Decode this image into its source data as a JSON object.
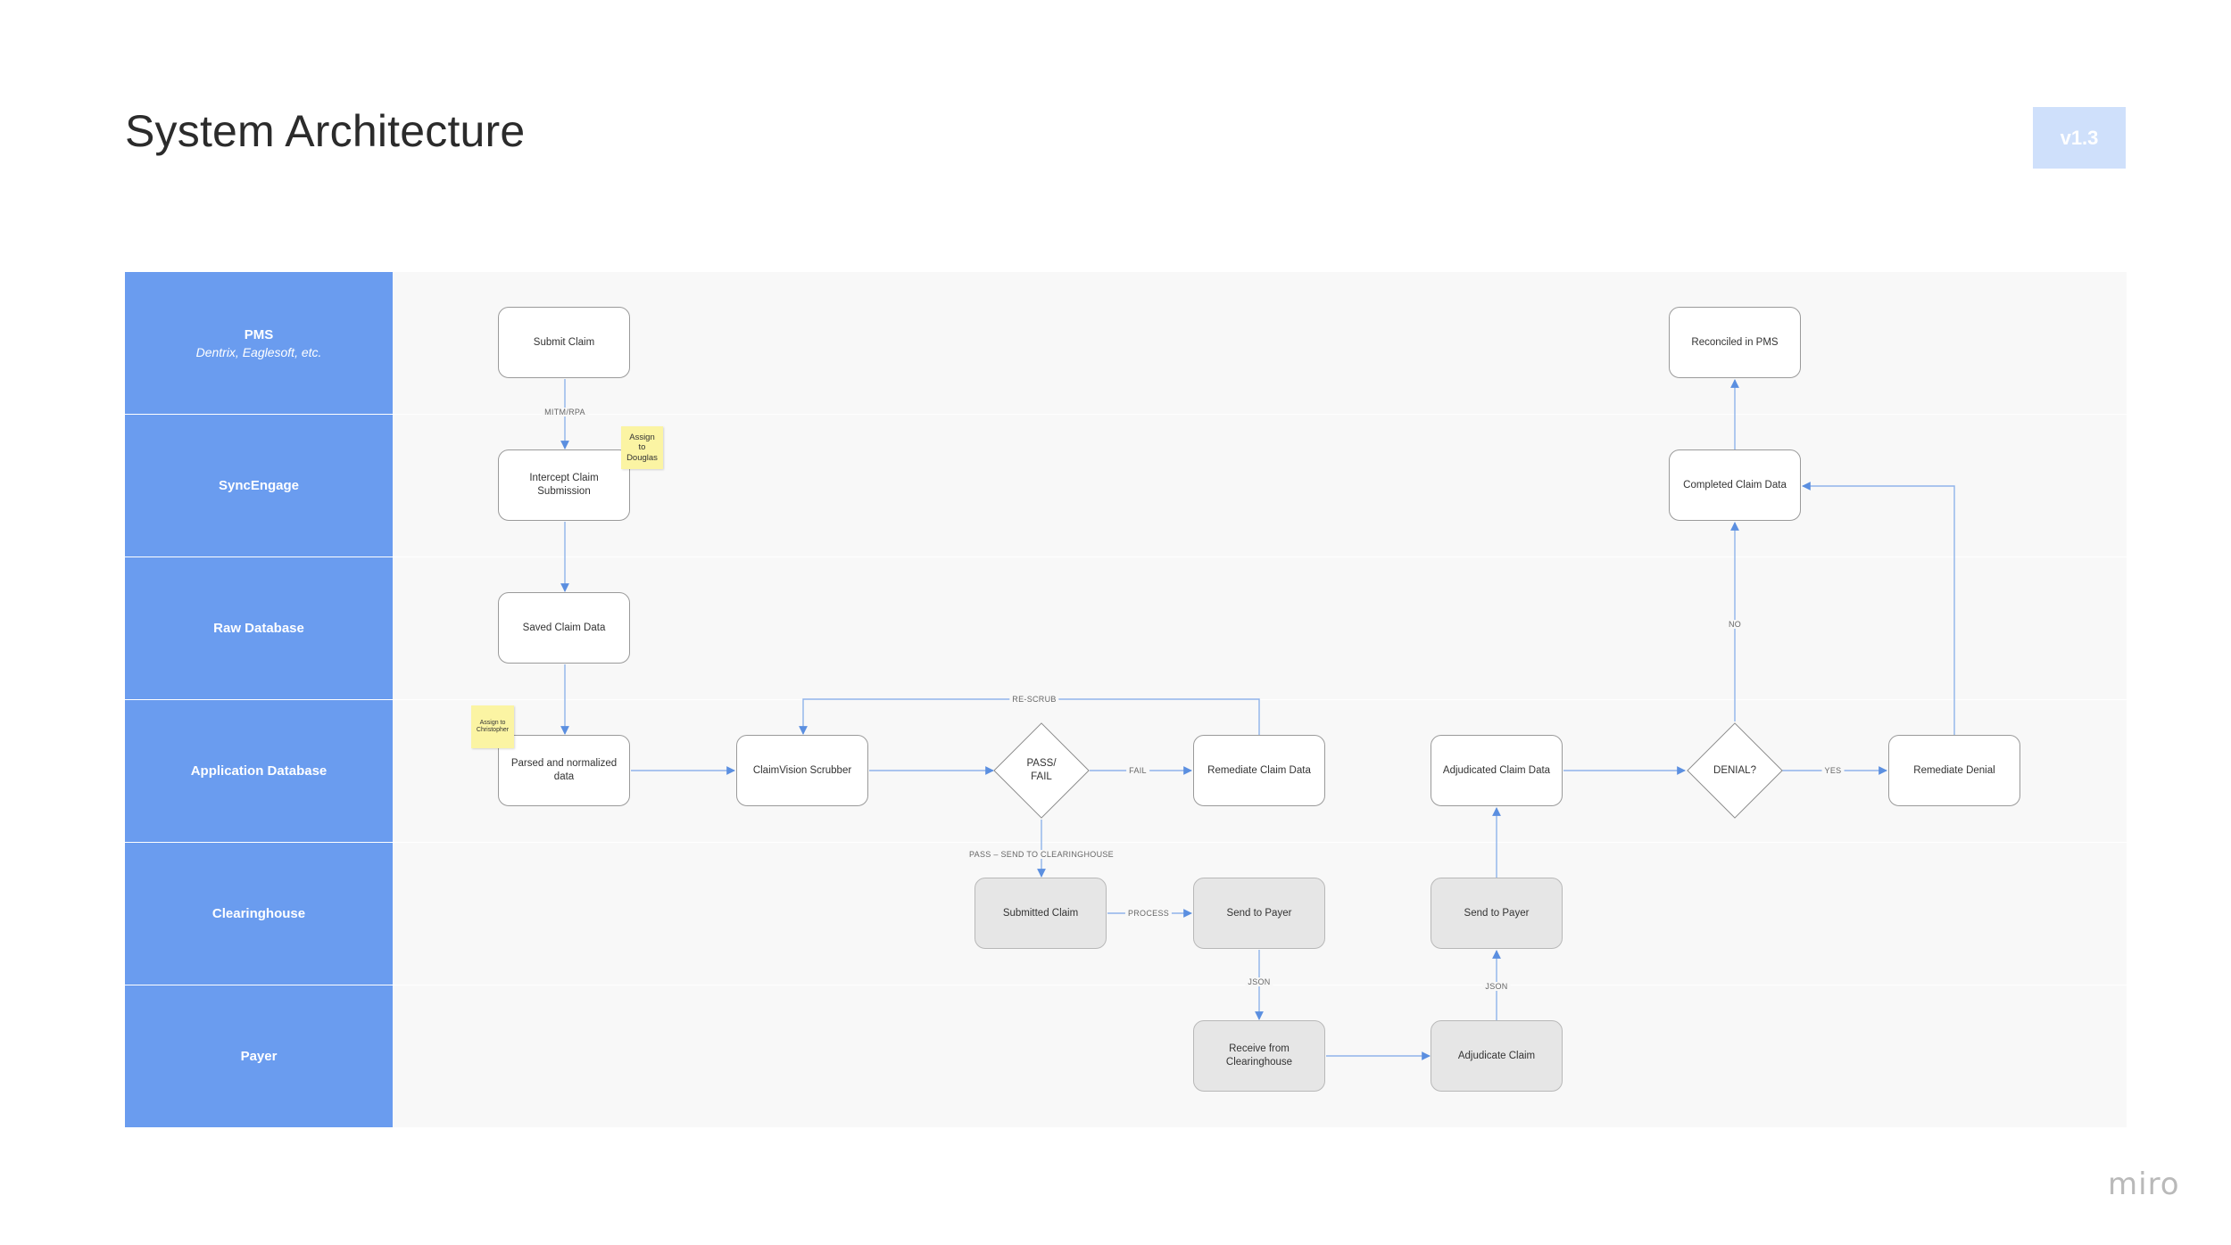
{
  "page": {
    "title": "System Architecture",
    "version": "v1.3",
    "brand": "miro"
  },
  "colors": {
    "lane_header": "#6a9cef",
    "lane_background": "#f8f8f8",
    "connector": "#5b8fe0",
    "external_node": "#e6e6e6",
    "sticky_note": "#fbf4a3",
    "version_badge": "#cfe0fb"
  },
  "lanes": [
    {
      "name": "PMS",
      "subtitle": "Dentrix, Eaglesoft, etc."
    },
    {
      "name": "SyncEngage",
      "subtitle": ""
    },
    {
      "name": "Raw Database",
      "subtitle": ""
    },
    {
      "name": "Application Database",
      "subtitle": ""
    },
    {
      "name": "Clearinghouse",
      "subtitle": ""
    },
    {
      "name": "Payer",
      "subtitle": ""
    }
  ],
  "nodes": {
    "submit_claim": "Submit Claim",
    "intercept_claim": "Intercept Claim Submission",
    "saved_claim_data": "Saved Claim Data",
    "parsed_data": "Parsed and normalized data",
    "claimvision_scrubber": "ClaimVision Scrubber",
    "pass_fail": "PASS/\nFAIL",
    "remediate_claim_data": "Remediate Claim Data",
    "submitted_claim": "Submitted Claim",
    "send_to_payer_1": "Send to Payer",
    "receive_from_clearinghouse": "Receive from Clearinghouse",
    "adjudicate_claim": "Adjudicate Claim",
    "send_to_payer_2": "Send to Payer",
    "adjudicated_claim_data": "Adjudicated Claim Data",
    "denial": "DENIAL?",
    "remediate_denial": "Remediate Denial",
    "completed_claim_data": "Completed Claim Data",
    "reconciled_in_pms": "Reconciled in PMS"
  },
  "edge_labels": {
    "mitm_rpa": "MITM/RPA",
    "re_scrub": "RE-SCRUB",
    "fail": "FAIL",
    "pass_send": "PASS – SEND TO CLEARINGHOUSE",
    "process": "PROCESS",
    "json_down": "JSON",
    "json_up": "JSON",
    "no": "NO",
    "yes": "YES"
  },
  "stickies": {
    "douglas": "Assign\nto\nDouglas",
    "christopher": "Assign to\nChristopher"
  }
}
